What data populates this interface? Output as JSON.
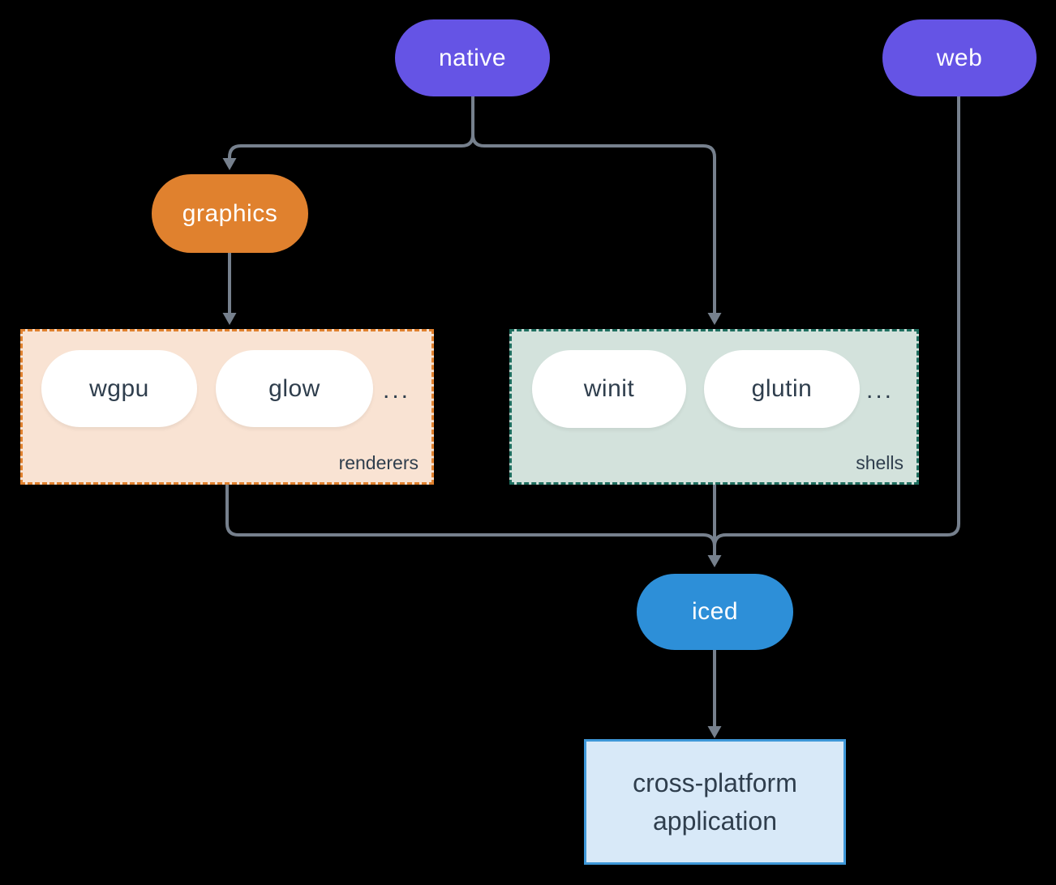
{
  "colors": {
    "bg": "#000000",
    "purple": "#6554e5",
    "orange": "#e0812e",
    "peach": "#f9e3d3",
    "sage": "#d3e2dc",
    "teal": "#1e6e5f",
    "blue": "#2d8fd8",
    "light-blue": "#d8e9f8",
    "blue-border": "#3e97d8",
    "dark": "#2f3e4d",
    "line": "#76808d",
    "white": "#ffffff"
  },
  "nodes": {
    "native": "native",
    "web": "web",
    "graphics": "graphics",
    "iced": "iced"
  },
  "groups": {
    "renderers": {
      "label": "renderers",
      "items": [
        "wgpu",
        "glow"
      ],
      "more": "..."
    },
    "shells": {
      "label": "shells",
      "items": [
        "winit",
        "glutin"
      ],
      "more": "..."
    }
  },
  "app_box": {
    "line1": "cross-platform",
    "line2": "application"
  }
}
